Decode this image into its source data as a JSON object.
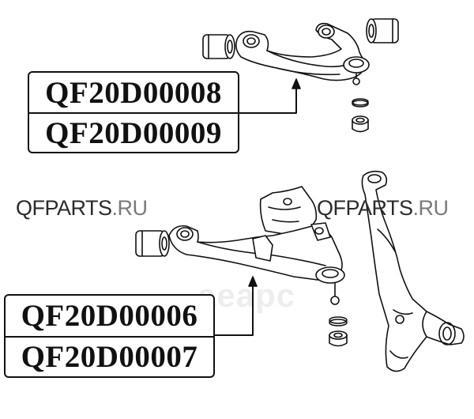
{
  "upper_part_numbers": [
    "QF20D00008",
    "QF20D00009"
  ],
  "lower_part_numbers": [
    "QF20D00006",
    "QF20D00007"
  ],
  "watermark": {
    "brand": "QFPARTS",
    "domain": ".RU"
  },
  "faint_logo": "aeapc",
  "colors": {
    "ink": "#111111",
    "watermark": "#2b2b2b",
    "watermark_domain": "#7a7a7a"
  }
}
